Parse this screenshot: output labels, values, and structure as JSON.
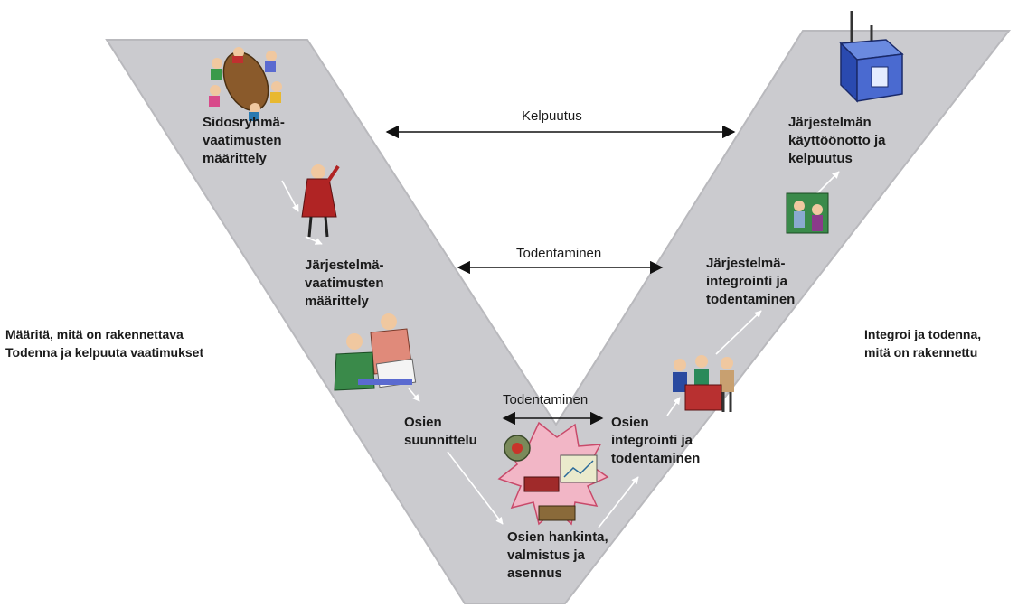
{
  "diagram": {
    "left_side_note": "Määritä, mitä on rakennettava\nTodenna ja kelpuuta vaatimukset",
    "right_side_note": "Integroi ja todenna,\nmitä on rakennettu",
    "phases": {
      "stakeholder_requirements": "Sidosryhmä-\nvaatimusten\nmäärittely",
      "system_requirements": "Järjestelmä-\nvaatimusten\nmäärittely",
      "component_design": "Osien\nsuunnittelu",
      "procurement": "Osien hankinta,\nvalmistus ja\nasennus",
      "component_integration": "Osien\nintegrointi ja\ntodentaminen",
      "system_integration": "Järjestelmä-\nintegrointi ja\ntodentaminen",
      "deployment": "Järjestelmän\nkäyttöönotto ja\nkelpuutus"
    },
    "links": {
      "validation": "Kelpuutus",
      "verification_system": "Todentaminen",
      "verification_component": "Todentaminen"
    },
    "colors": {
      "v_fill": "#cbcbcf",
      "v_stroke": "#b9b9bd",
      "arrow": "#111111",
      "flow_arrow": "#ffffff"
    },
    "illustrations": [
      "meeting-clipart",
      "presenter-clipart",
      "designers-clipart",
      "manufacturing-clipart",
      "workers-clipart",
      "team-clipart",
      "machine-clipart"
    ]
  }
}
